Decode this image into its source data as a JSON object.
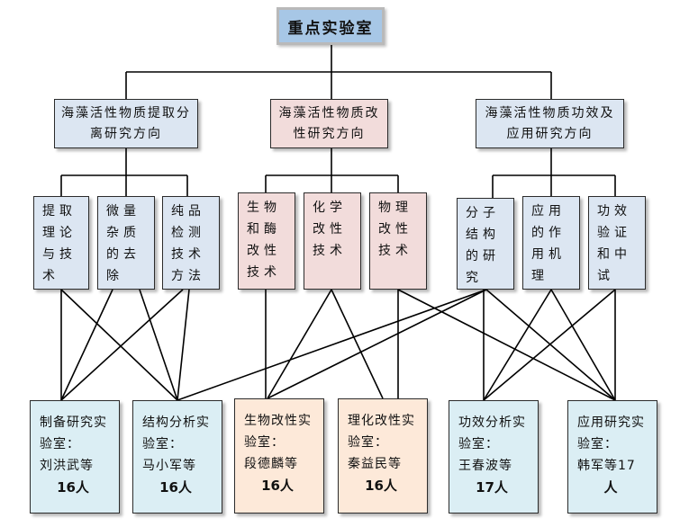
{
  "root": {
    "title": "重点实验室"
  },
  "directions": [
    {
      "title": "海藻活性物质提取分离研究方向"
    },
    {
      "title": "海藻活性物质改性研究方向"
    },
    {
      "title": "海藻活性物质功效及应用研究方向"
    }
  ],
  "techniques": [
    {
      "label": "提取理论与技术"
    },
    {
      "label": "微量杂质的去除"
    },
    {
      "label": "纯品检测技术方法"
    },
    {
      "label": "生物和酶改性技术"
    },
    {
      "label": "化学改性技术"
    },
    {
      "label": "物理改性技术"
    },
    {
      "label": "分子结构的研究"
    },
    {
      "label": "应用的作用机理"
    },
    {
      "label": "功效验证和中试"
    }
  ],
  "labs": [
    {
      "name": "制备研究实验室：",
      "head": "刘洪武等",
      "count": "16人"
    },
    {
      "name": "结构分析实验室：",
      "head": "马小军等",
      "count": "16人"
    },
    {
      "name": "生物改性实验室：",
      "head": "段德麟等",
      "count": "16人"
    },
    {
      "name": "理化改性实验室：",
      "head": "秦益民等",
      "count": "16人"
    },
    {
      "name": "功效分析实验室：",
      "head": "王春波等",
      "count": "17人"
    },
    {
      "name": "应用研究实验室：",
      "head": "韩军等17",
      "count": "人"
    }
  ],
  "colors": {
    "root_fill": "#a7c7e6",
    "blue_fill": "#dce6f2",
    "pink_fill": "#f2dcdb",
    "lab_blue_fill": "#dbeef4",
    "lab_peach_fill": "#fde9d9",
    "line": "#000000"
  }
}
